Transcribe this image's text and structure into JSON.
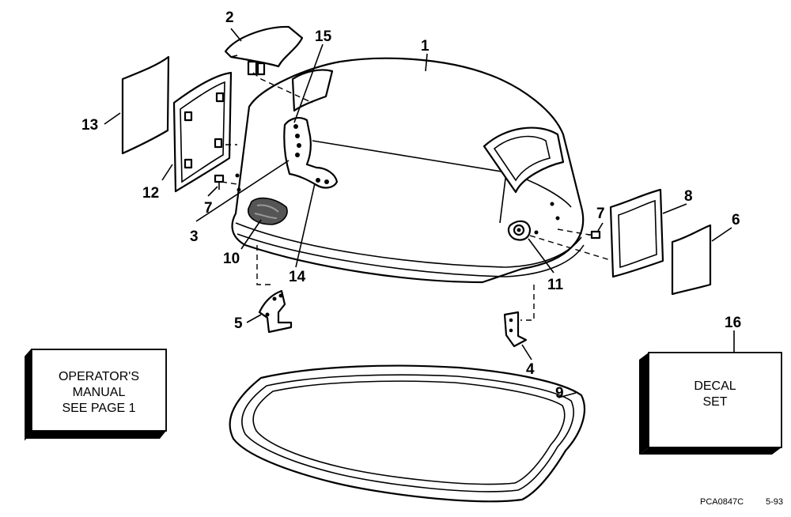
{
  "callouts": {
    "c1": "1",
    "c2": "2",
    "c3": "3",
    "c4": "4",
    "c5": "5",
    "c6": "6",
    "c7a": "7",
    "c7b": "7",
    "c8": "8",
    "c9": "9",
    "c10": "10",
    "c11": "11",
    "c12": "12",
    "c13": "13",
    "c14": "14",
    "c15": "15",
    "c16": "16"
  },
  "operator_box": {
    "line1": "OPERATOR'S",
    "line2": "MANUAL",
    "line3": "SEE PAGE 1"
  },
  "decal_box": {
    "line1": "DECAL",
    "line2": "SET"
  },
  "footer": {
    "ref_code": "PCA0847C",
    "page_ref": "5-93"
  }
}
